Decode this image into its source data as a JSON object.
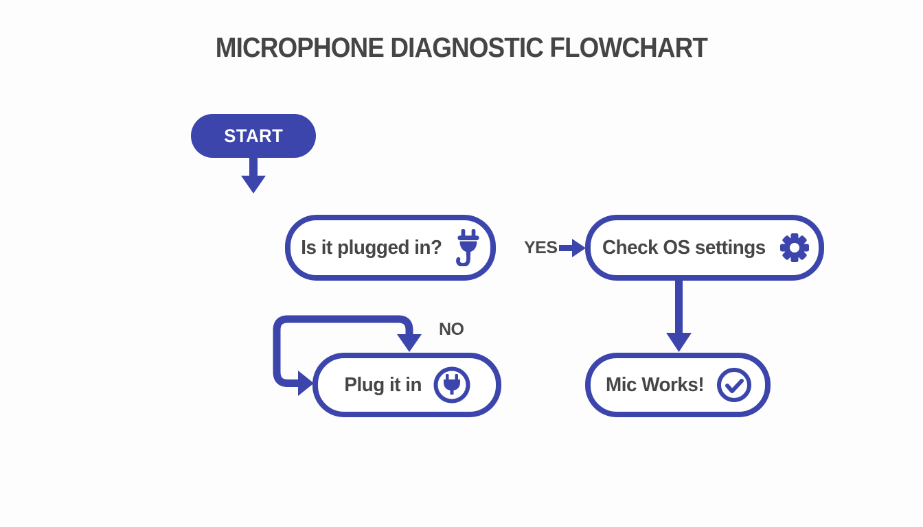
{
  "page": {
    "title": "MICROPHONE DIAGNOSTIC FLOWCHART",
    "background_color": "#fdfdfe"
  },
  "colors": {
    "accent": "#3b45ab",
    "text": "#464646",
    "node_background": "#ffffff"
  },
  "flowchart": {
    "nodes": {
      "start": {
        "label": "START",
        "shape": "terminator",
        "icon": null
      },
      "q_plugged": {
        "label": "Is it plugged in?",
        "shape": "rounded-box",
        "icon": "plug-icon"
      },
      "check_os": {
        "label": "Check OS settings",
        "shape": "rounded-box",
        "icon": "gear-icon"
      },
      "plug_in": {
        "label": "Plug it in",
        "shape": "rounded-box",
        "icon": "plug-circle-icon"
      },
      "mic_works": {
        "label": "Mic Works!",
        "shape": "rounded-box",
        "icon": "check-circle-icon"
      }
    },
    "edges": {
      "yes_label": "YES",
      "no_label": "NO",
      "connections": [
        "start -> (down arrow)",
        "q_plugged -YES-> check_os",
        "q_plugged -NO-> plug_in (loop arrows)",
        "check_os -> mic_works"
      ]
    }
  }
}
